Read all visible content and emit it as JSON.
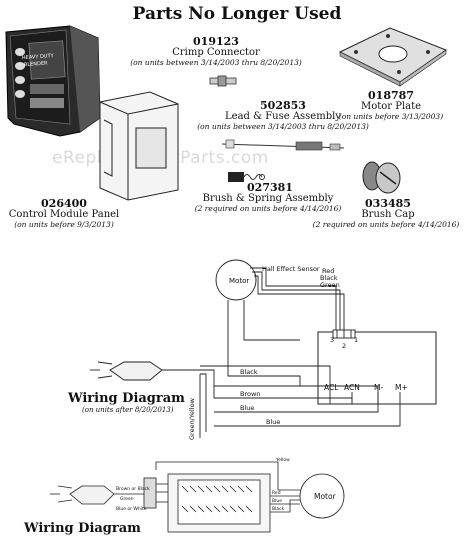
{
  "header": {
    "title": "Parts No Longer Used"
  },
  "watermark": "eReplacementParts.com",
  "parts": [
    {
      "number": "019123",
      "name": "Crimp Connector",
      "note": "(on units between 3/14/2003 thru 8/20/2013)"
    },
    {
      "number": "018787",
      "name": "Motor Plate",
      "note": "(on units before 3/13/2003)"
    },
    {
      "number": "502853",
      "name": "Lead & Fuse Assembly",
      "note": "(on units between 3/14/2003 thru 8/20/2013)"
    },
    {
      "number": "027381",
      "name": "Brush & Spring Assembly",
      "note": "(2 required  on units before 4/14/2016)"
    },
    {
      "number": "033485",
      "name": "Brush Cap",
      "note": "(2 required  on units before 4/14/2016)"
    },
    {
      "number": "026400",
      "name": "Control Module Panel",
      "note": "(on units before 9/3/2013)"
    }
  ],
  "panel_text": {
    "line1": "HEAVY DUTY",
    "line2": "BLENDER"
  },
  "diagram1": {
    "title": "Wiring Diagram",
    "subtitle": "(on units after 8/20/2013)",
    "labels": {
      "motor": "Motor",
      "hall": "Hall Effect Sensor",
      "red": "Red",
      "black": "Black",
      "green": "Green",
      "pin3": "3",
      "pin1": "1",
      "pin2": "2",
      "wire_black": "Black",
      "wire_brown": "Brown",
      "wire_blue1": "Blue",
      "wire_blue2": "Blue",
      "acl": "ACL",
      "acn": "ACN",
      "mminus": "M-",
      "mplus": "M+",
      "ground": "Green/Yellow"
    }
  },
  "diagram2": {
    "title": "Wiring Diagram",
    "labels": {
      "motor": "Motor",
      "yellow": "Yellow",
      "brown_black": "Brown or Black",
      "green": "Green",
      "blue_white": "Blue or White",
      "red": "Red",
      "blue": "Blue",
      "black": "Black"
    }
  }
}
